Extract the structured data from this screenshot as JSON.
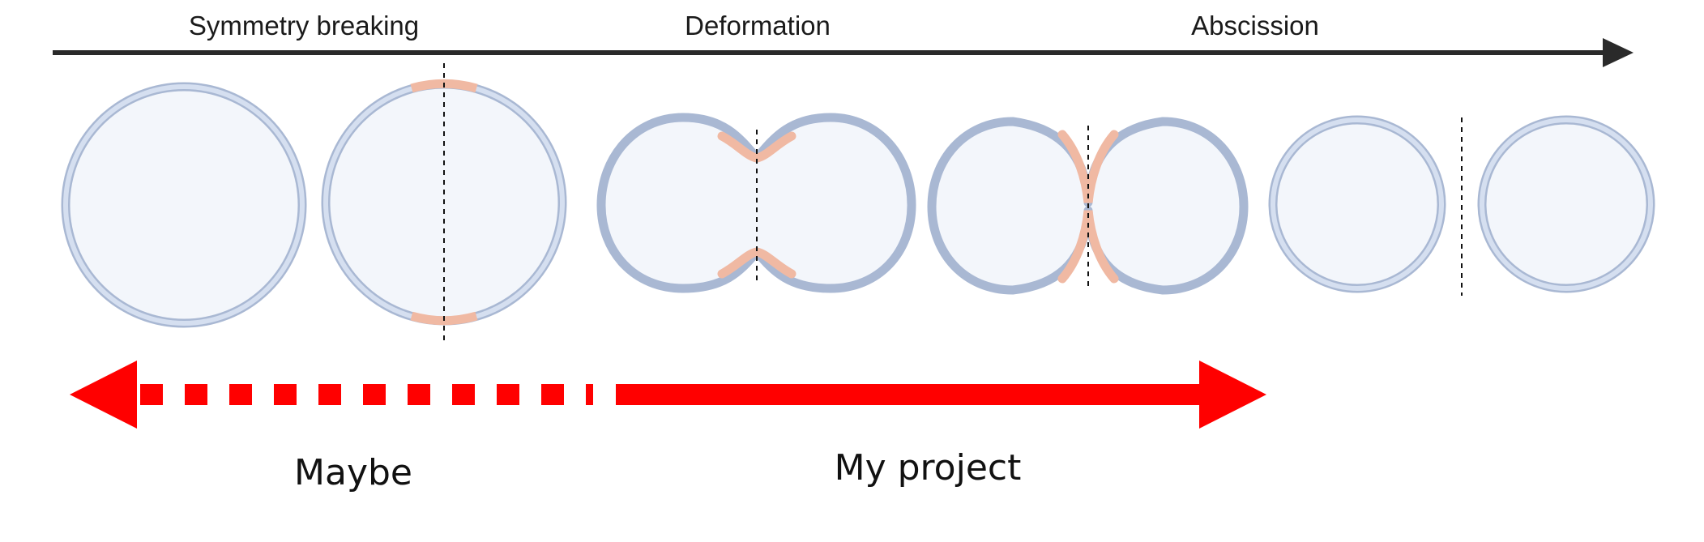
{
  "timeline": {
    "stages": [
      {
        "label": "Symmetry breaking"
      },
      {
        "label": "Deformation"
      },
      {
        "label": "Abscission"
      }
    ]
  },
  "ranges": {
    "maybe": {
      "label": "Maybe"
    },
    "project": {
      "label": "My project"
    }
  },
  "cells": [
    {
      "stage": "round cell"
    },
    {
      "stage": "polarized cell with cleavage plane"
    },
    {
      "stage": "early furrow"
    },
    {
      "stage": "late furrow"
    },
    {
      "stage": "daughter cells after abscission"
    }
  ],
  "colors": {
    "timeline": "#2a2a2a",
    "membrane": "#c6d3e8",
    "membrane_outline": "#a9b8d3",
    "cytoplasm": "#f3f6fb",
    "cortex": "#f3c2ac",
    "range_arrow": "#ff0000",
    "plane": "#111111"
  }
}
